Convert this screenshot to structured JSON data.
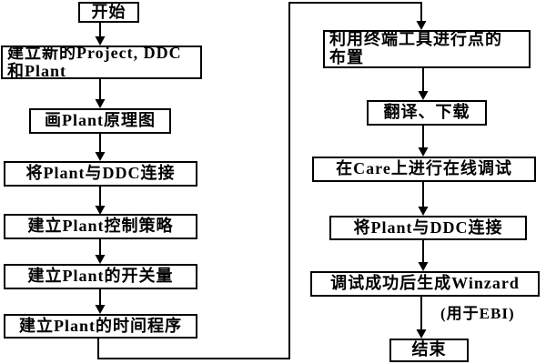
{
  "diagram": {
    "title_hint": "CARE/EBI engineering workflow flowchart",
    "colors": {
      "background": "#ffffff",
      "line": "#000000",
      "text": "#000000"
    },
    "nodes": {
      "start": "开始",
      "create_project": "建立新的Project, DDC\n和Plant",
      "draw_plant": "画Plant原理图",
      "connect_plant_ddc_1": "将Plant与DDC连接",
      "control_strategy": "建立Plant控制策略",
      "switch_quantity": "建立Plant的开关量",
      "time_program": "建立Plant的时间程序",
      "terminal_tool": "利用终端工具进行点的\n布置",
      "translate_download": "翻译、下载",
      "online_debug": "在Care上进行在线调试",
      "connect_plant_ddc_2": "将Plant与DDC连接",
      "generate_winzard": "调试成功后生成Winzard",
      "end": "结束"
    },
    "annotation": "(用于EBI)"
  }
}
